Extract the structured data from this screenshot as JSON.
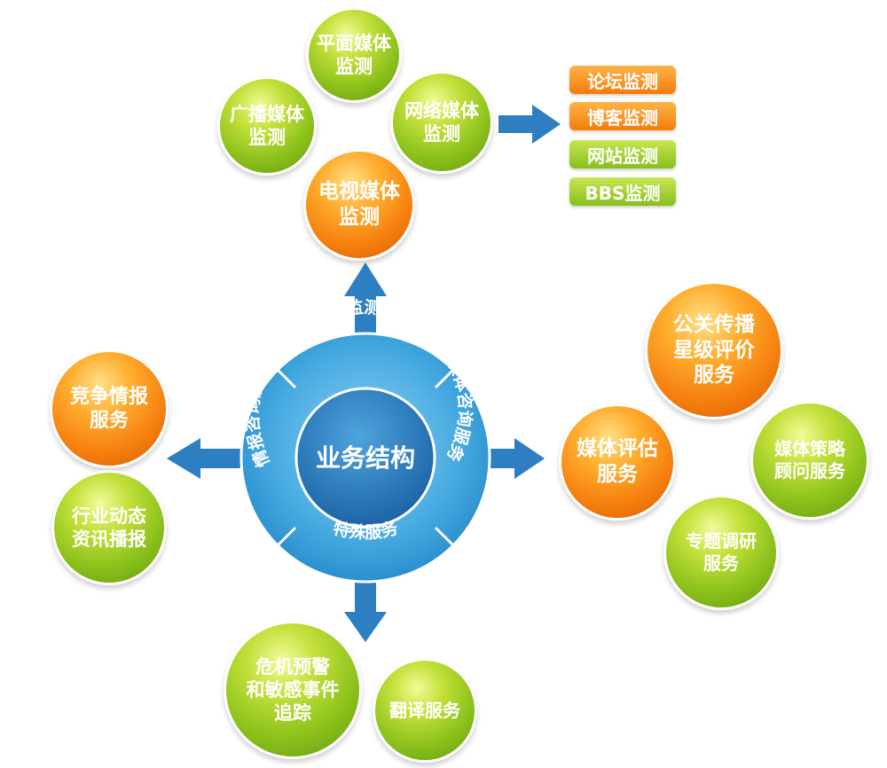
{
  "center": {
    "label": "业务结构",
    "ring": [
      "媒体监测服务",
      "媒体咨询服务",
      "特殊服务",
      "情报咨询服务"
    ]
  },
  "top_cluster": [
    {
      "key": "print",
      "lines": [
        "平面媒体",
        "监测"
      ],
      "color": "green"
    },
    {
      "key": "broadcast",
      "lines": [
        "广播媒体",
        "监测"
      ],
      "color": "green"
    },
    {
      "key": "network",
      "lines": [
        "网络媒体",
        "监测"
      ],
      "color": "green"
    },
    {
      "key": "tv",
      "lines": [
        "电视媒体",
        "监测"
      ],
      "color": "orange"
    }
  ],
  "network_tags": [
    {
      "label": "论坛监测",
      "color": "orange"
    },
    {
      "label": "博客监测",
      "color": "orange"
    },
    {
      "label": "网站监测",
      "color": "green"
    },
    {
      "label": "BBS监测",
      "color": "green"
    }
  ],
  "left_cluster": [
    {
      "key": "competitive",
      "lines": [
        "竞争情报",
        "服务"
      ],
      "color": "orange"
    },
    {
      "key": "industry",
      "lines": [
        "行业动态",
        "资讯播报"
      ],
      "color": "green"
    }
  ],
  "right_cluster": [
    {
      "key": "pr",
      "lines": [
        "公关传播",
        "星级评价",
        "服务"
      ],
      "color": "orange"
    },
    {
      "key": "evaluation",
      "lines": [
        "媒体评估",
        "服务"
      ],
      "color": "orange"
    },
    {
      "key": "strategy",
      "lines": [
        "媒体策略",
        "顾问服务"
      ],
      "color": "green"
    },
    {
      "key": "research",
      "lines": [
        "专题调研",
        "服务"
      ],
      "color": "green"
    }
  ],
  "bottom_cluster": [
    {
      "key": "crisis",
      "lines": [
        "危机预警",
        "和敏感事件",
        "追踪"
      ],
      "color": "green"
    },
    {
      "key": "translation",
      "lines": [
        "翻译服务"
      ],
      "color": "green"
    }
  ],
  "colors": {
    "arrow": "#2d7fc1",
    "ring": "#3aa0dc",
    "core": "#2a7cc0",
    "green": "#8dc21c",
    "orange": "#f57f0e"
  }
}
